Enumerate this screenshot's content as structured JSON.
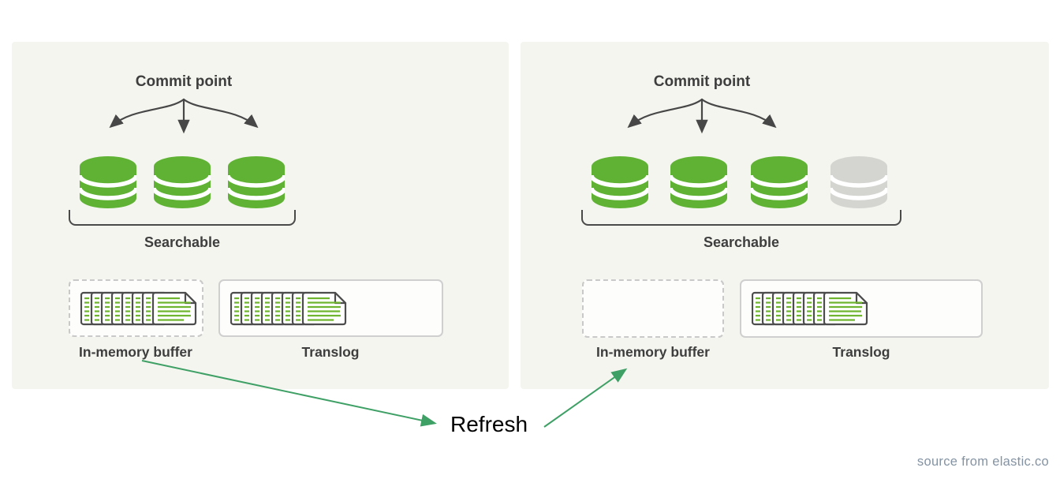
{
  "colors": {
    "panel_bg": "#F3F5EE",
    "shard_green": "#5FB234",
    "shard_gray_uncommitted": "#D4D4D1",
    "diagram_stroke_dark": "#474747",
    "label_text": "#3E3E3E",
    "doc_line_green": "#6FB52F",
    "refresh_arrow_green": "#3FA066",
    "source_text": "#8493A3"
  },
  "panels": [
    {
      "name": "before-refresh",
      "commit_point_label": "Commit point",
      "searchable_label": "Searchable",
      "segments": [
        "committed",
        "committed",
        "committed"
      ],
      "in_memory_buffer": {
        "label": "In-memory buffer",
        "has_documents": true
      },
      "translog": {
        "label": "Translog",
        "has_documents": true
      }
    },
    {
      "name": "after-refresh",
      "commit_point_label": "Commit point",
      "searchable_label": "Searchable",
      "segments": [
        "committed",
        "committed",
        "committed",
        "uncommitted"
      ],
      "in_memory_buffer": {
        "label": "In-memory buffer",
        "has_documents": false
      },
      "translog": {
        "label": "Translog",
        "has_documents": true
      }
    }
  ],
  "refresh_label": "Refresh",
  "source_label": "source from elastic.co"
}
